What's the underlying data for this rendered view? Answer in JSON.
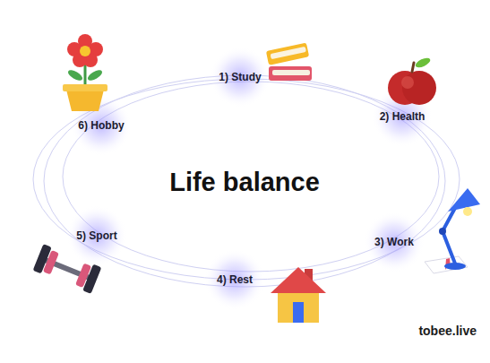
{
  "diagram": {
    "title": "Life balance",
    "nodes": [
      {
        "text": [
          "1) Study"
        ]
      },
      {
        "text": [
          "2) Health"
        ]
      },
      {
        "text": [
          "3) Work"
        ]
      },
      {
        "text": [
          "4) Rest"
        ]
      },
      {
        "text": [
          "5) Sport"
        ]
      },
      {
        "text": [
          "6) Hobby"
        ]
      }
    ],
    "labels": [
      "tobee.live"
    ]
  }
}
